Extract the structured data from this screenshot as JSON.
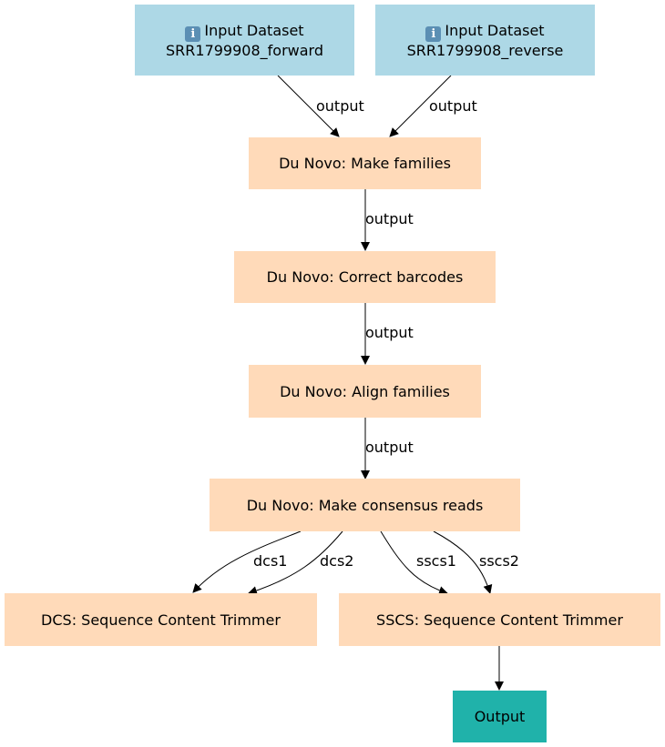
{
  "nodes": {
    "input_forward": {
      "icon": "info-icon",
      "title": "Input Dataset",
      "name": "SRR1799908_forward"
    },
    "input_reverse": {
      "icon": "info-icon",
      "title": "Input Dataset",
      "name": "SRR1799908_reverse"
    },
    "make_families": {
      "label": "Du Novo: Make families"
    },
    "correct_barcodes": {
      "label": "Du Novo: Correct barcodes"
    },
    "align_families": {
      "label": "Du Novo: Align families"
    },
    "make_consensus": {
      "label": "Du Novo: Make consensus reads"
    },
    "dcs_trimmer": {
      "label": "DCS: Sequence Content Trimmer"
    },
    "sscs_trimmer": {
      "label": "SSCS: Sequence Content Trimmer"
    },
    "output": {
      "label": "Output"
    }
  },
  "edges": {
    "forward_to_families": "output",
    "reverse_to_families": "output",
    "families_to_correct": "output",
    "correct_to_align": "output",
    "align_to_consensus": "output",
    "consensus_dcs1": "dcs1",
    "consensus_dcs2": "dcs2",
    "consensus_sscs1": "sscs1",
    "consensus_sscs2": "sscs2"
  },
  "colors": {
    "input": "#add8e6",
    "tool": "#ffdab9",
    "output": "#20b2aa",
    "edge": "#000000"
  }
}
